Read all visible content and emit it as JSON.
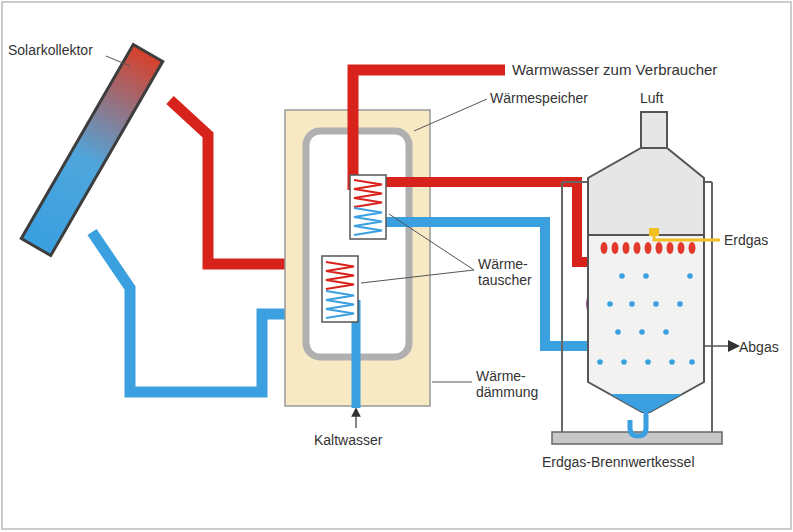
{
  "diagram": {
    "labels": [
      "Solarkollektor",
      "Warmwasser zum Verbraucher",
      "Wärmespeicher",
      "Luft",
      "Erdgas",
      "Wärme- tauscher",
      "Abgas",
      "Wärme- dämmung",
      "Kaltwasser",
      "Erdgas-Brennwertkessel"
    ]
  }
}
